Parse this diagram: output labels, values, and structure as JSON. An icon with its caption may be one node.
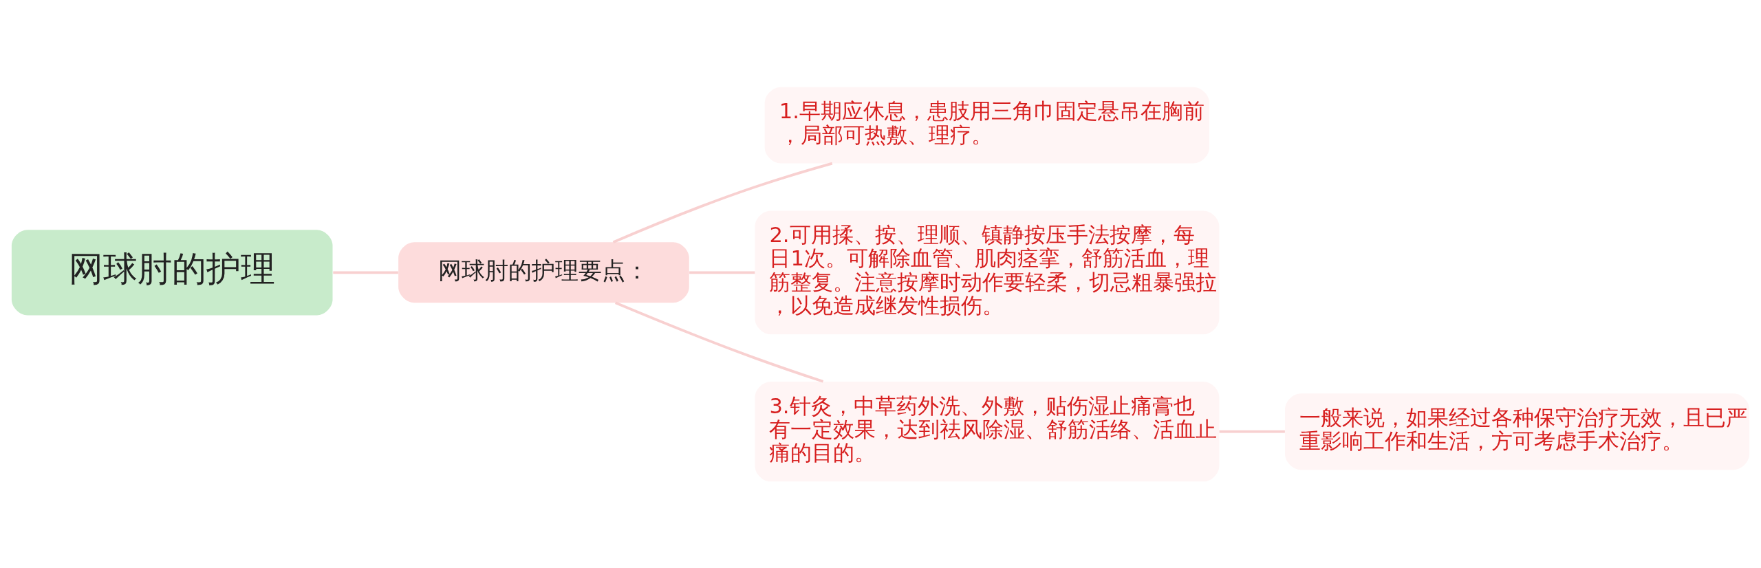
{
  "diagram": {
    "nodes": [
      {
        "text": [
          "网球肘的护理"
        ]
      },
      {
        "text": [
          "网球肘的护理要点："
        ]
      },
      {
        "text": [
          "1.早期应休息，患肢用三角巾固定悬吊在胸前，局部可热敷、理疗。"
        ]
      },
      {
        "text": [
          "2.可用揉、按、理顺、镇静按压手法按摩，每日1次。可解除血管、肌肉痉挛，舒筋活血，理筋整复。注意按摩时动作要轻柔，切忌粗暴强拉，以免造成继发性损伤。"
        ]
      },
      {
        "text": [
          "3.针灸，中草药外洗、外敷，贴伤湿止痛膏也有一定效果，达到祛风除湿、舒筋活络、活血止痛的目的。"
        ]
      },
      {
        "text": [
          "一般来说，如果经过各种保守治疗无效，且已严重影响工作和生活，方可考虑手术治疗。"
        ]
      }
    ],
    "edges": [
      {
        "from": 0,
        "to": 1,
        "arrow": "none"
      },
      {
        "from": 1,
        "to": 2,
        "arrow": "none"
      },
      {
        "from": 1,
        "to": 3,
        "arrow": "none"
      },
      {
        "from": 1,
        "to": 4,
        "arrow": "none"
      },
      {
        "from": 4,
        "to": 5,
        "arrow": "none"
      }
    ]
  }
}
